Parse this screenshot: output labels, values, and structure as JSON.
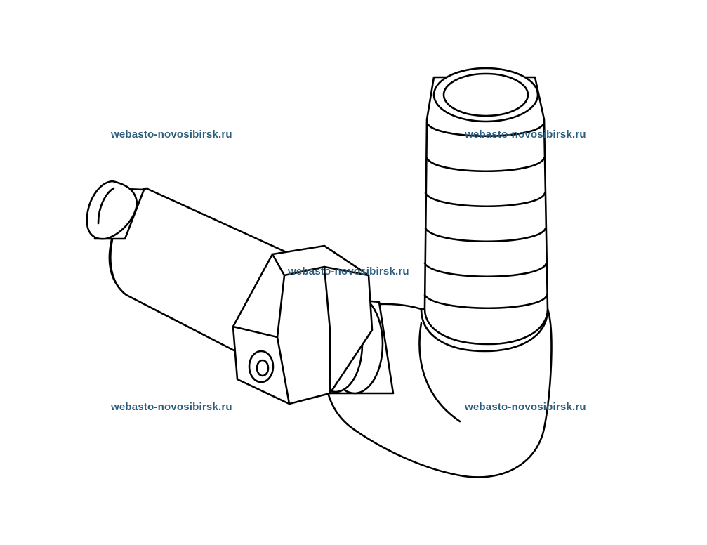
{
  "colors": {
    "background": "#ffffff",
    "line": "#000000",
    "watermark": "#2b5d7c"
  },
  "watermarks": [
    "webasto-novosibirsk.ru",
    "webasto-novosibirsk.ru",
    "webasto-novosibirsk.ru",
    "webasto-novosibirsk.ru",
    "webasto-novosibirsk.ru"
  ]
}
